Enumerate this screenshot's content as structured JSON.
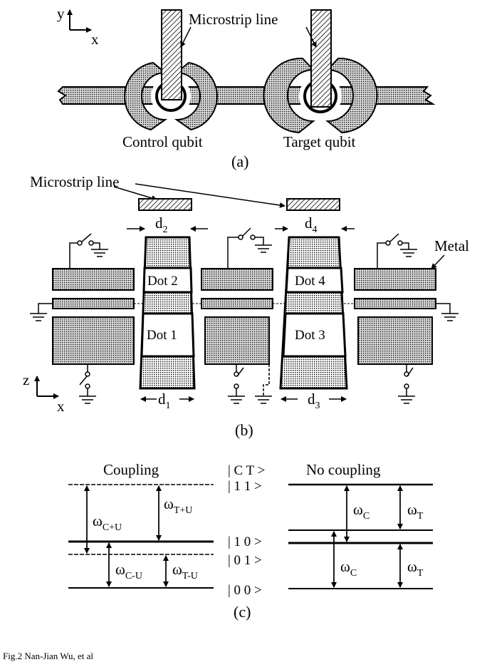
{
  "panel_a": {
    "axis_x": "x",
    "axis_y": "y",
    "microstrip_label": "Microstrip line",
    "control_label": "Control qubit",
    "target_label": "Target qubit",
    "caption": "(a)"
  },
  "panel_b": {
    "microstrip_label": "Microstrip line",
    "metal_label": "Metal",
    "axis_z": "z",
    "axis_x": "x",
    "d2": "d",
    "d2_sub": "2",
    "d4": "d",
    "d4_sub": "4",
    "d1": "d",
    "d1_sub": "1",
    "d3": "d",
    "d3_sub": "3",
    "dot1": "Dot 1",
    "dot2": "Dot 2",
    "dot3": "Dot 3",
    "dot4": "Dot 4",
    "caption": "(b)"
  },
  "panel_c": {
    "coupling_title": "Coupling",
    "no_coupling_title": "No coupling",
    "state_ct": "| C T >",
    "state_11": "| 1 1 >",
    "state_10": "| 1 0 >",
    "state_01": "| 0 1 >",
    "state_00": "| 0 0 >",
    "omega": "ω",
    "sub_cu_plus": "C+U",
    "sub_tu_plus": "T+U",
    "sub_cu_minus": "C-U",
    "sub_tu_minus": "T-U",
    "sub_c": "C",
    "sub_t": "T",
    "caption": "(c)"
  },
  "footer": "Fig.2   Nan-Jian Wu, et al"
}
